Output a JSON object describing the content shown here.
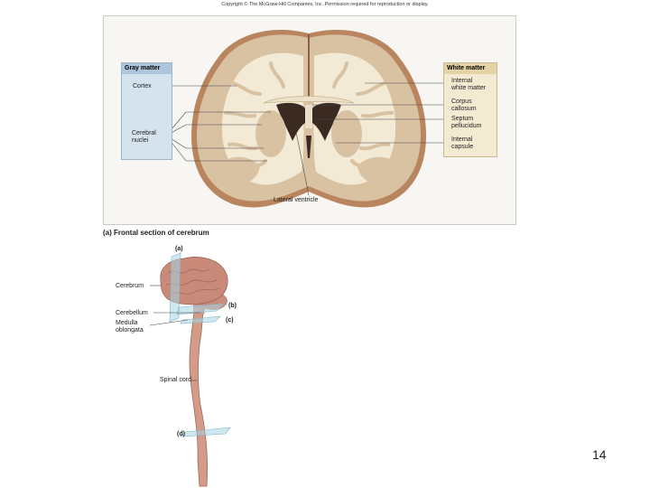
{
  "copyright": "Copyright © The McGraw-Hill Companies, Inc. Permission required for reproduction or display.",
  "gray_matter": {
    "title": "Gray matter",
    "cortex": "Cortex",
    "cerebral_nuclei": "Cerebral\nnuclei"
  },
  "white_matter": {
    "title": "White matter",
    "internal_white_matter": "Internal\nwhite matter",
    "corpus_callosum": "Corpus\ncallosum",
    "septum_pellucidum": "Septum\npellucidum",
    "internal_capsule": "Internal\ncapsule"
  },
  "lateral_ventricle": "Lateral ventricle",
  "caption": "(a) Frontal section of cerebrum",
  "body_labels": {
    "cerebrum": "Cerebrum",
    "cerebellum": "Cerebellum",
    "medulla_oblongata": "Medulla\noblongata",
    "spinal_cord": "Spinal cord"
  },
  "plane_labels": {
    "a": "(a)",
    "b": "(b)",
    "c": "(c)",
    "d": "(d)"
  },
  "slide_number": "14",
  "colors": {
    "brain_outer": "#b8855f",
    "gray_matter": "#d9c2a2",
    "white_matter": "#f3ead6",
    "ventricle": "#3a2a22",
    "cord": "#d49b88"
  }
}
